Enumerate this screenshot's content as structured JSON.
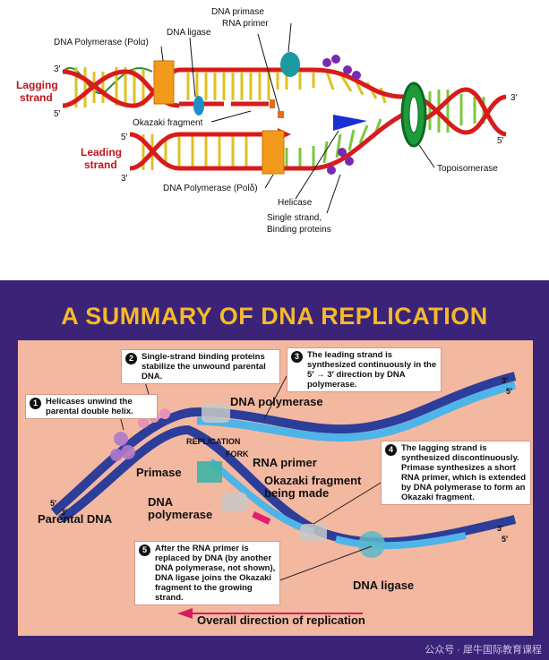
{
  "top_diagram": {
    "labels": {
      "dna_primase": "DNA primase",
      "rna_primer": "RNA primer",
      "dna_ligase": "DNA ligase",
      "dna_pol_alpha": "DNA Polymerase (Polα)",
      "okazaki_fragment": "Okazaki fragment",
      "dna_pol_delta": "DNA Polymerase (Polδ)",
      "helicase": "Helicase",
      "ssb_line1": "Single strand,",
      "ssb_line2": "Binding proteins",
      "topoisomerase": "Topoisomerase"
    },
    "strand_labels": {
      "lagging_1": "Lagging",
      "lagging_2": "strand",
      "leading_1": "Leading",
      "leading_2": "strand"
    },
    "end_labels": {
      "lag_3_left": "3′",
      "lag_5_left": "5′",
      "lead_5_left": "5′",
      "lead_3_left": "3′",
      "right_3": "3′",
      "right_5": "5′"
    }
  },
  "summary": {
    "title": "A SUMMARY OF DNA REPLICATION",
    "steps": [
      {
        "num": "1",
        "text": "Helicases unwind the parental double helix."
      },
      {
        "num": "2",
        "text": "Single-strand binding proteins stabilize the unwound parental DNA."
      },
      {
        "num": "3",
        "text": "The leading strand is synthesized continuously in the 5′ → 3′ direction by DNA polymerase."
      },
      {
        "num": "4",
        "text": "The lagging strand is synthesized discontinuously. Primase synthesizes a short RNA primer, which is extended by DNA polymerase to form an Okazaki fragment."
      },
      {
        "num": "5",
        "text": "After the RNA primer is replaced by DNA (by another DNA polymerase, not shown), DNA ligase joins the Okazaki fragment to the growing strand."
      }
    ],
    "labels": {
      "dna_polymerase_top": "DNA polymerase",
      "replication": "REPLICATION",
      "fork": "FORK",
      "primase": "Primase",
      "rna_primer": "RNA primer",
      "okazaki_1": "Okazaki fragment",
      "okazaki_2": "being made",
      "dna_pol_1": "DNA",
      "dna_pol_2": "polymerase",
      "parental_dna": "Parental DNA",
      "dna_ligase": "DNA ligase",
      "overall": "Overall direction of replication"
    },
    "ends": {
      "left_5": "5′",
      "left_3": "3′",
      "top_3": "3′",
      "top_5": "5′",
      "bot_3": "3′",
      "bot_5": "5′"
    },
    "watermark": "公众号 · 犀牛国际教育课程"
  }
}
